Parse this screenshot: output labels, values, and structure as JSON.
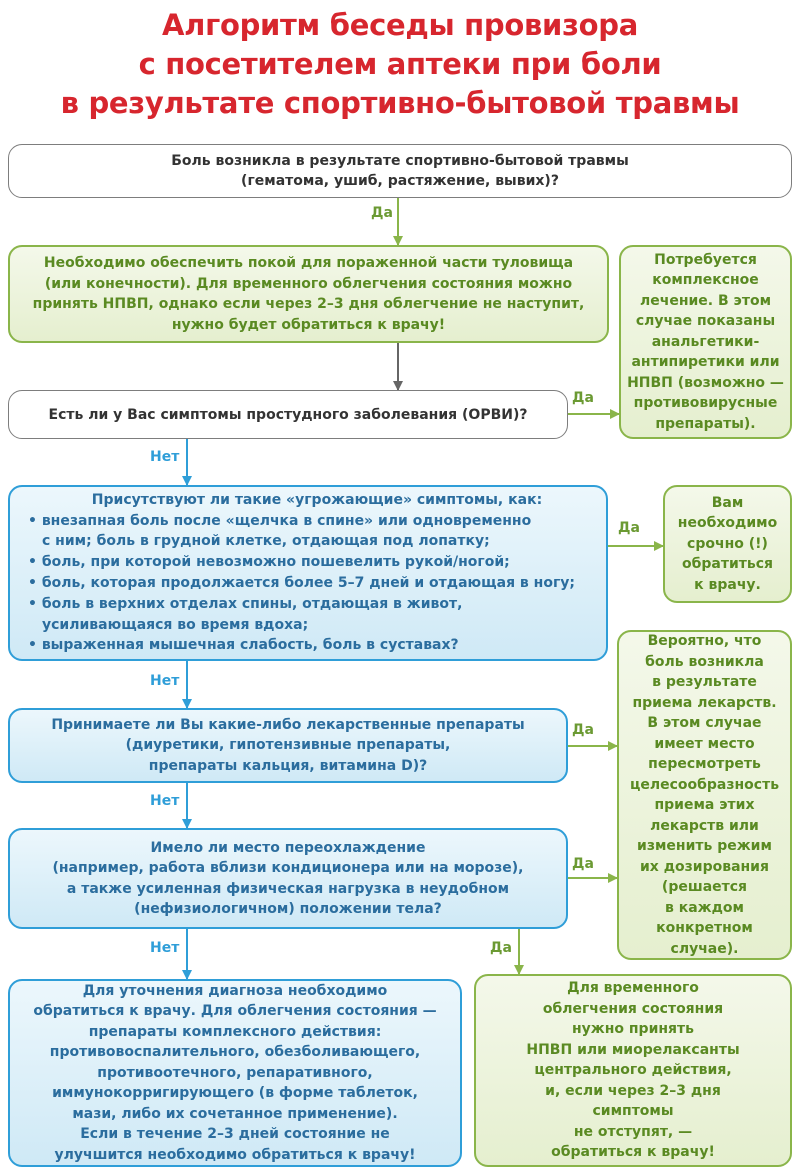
{
  "title": {
    "lines": [
      "Алгоритм беседы провизора",
      "с посетителем аптеки при боли",
      "в результате спортивно-бытовой травмы"
    ]
  },
  "nodes": {
    "q1": {
      "lines": [
        "Боль возникла в результате спортивно-бытовой травмы",
        "(гематома, ушиб, растяжение, вывих)?"
      ]
    },
    "rest": {
      "lines": [
        "Необходимо обеспечить покой для пораженной части туловища",
        "(или конечности). Для временного облегчения состояния можно",
        "принять НПВП, однако если через 2–3 дня облегчение не наступит,",
        "нужно будет обратиться к врачу!"
      ]
    },
    "complex": {
      "lines": [
        "Потребуется",
        "комплексное",
        "лечение. В этом",
        "случае показаны",
        "анальгетики-",
        "антипиретики или",
        "НПВП (возможно —",
        "противовирусные",
        "препараты)."
      ]
    },
    "q2": {
      "lines": [
        "Есть ли у Вас симптомы простудного заболевания (ОРВИ)?"
      ]
    },
    "q3": {
      "lines": [
        "Присутствуют ли такие «угрожающие» симптомы, как:",
        "• внезапная боль после «щелчка в спине» или одновременно",
        "   с ним; боль в грудной клетке, отдающая под лопатку;",
        "• боль, при которой невозможно пошевелить рукой/ногой;",
        "• боль, которая продолжается более 5–7 дней и отдающая в ногу;",
        "• боль в верхних отделах спины, отдающая в живот,",
        "   усиливающаяся во время вдоха;",
        "• выраженная мышечная слабость, боль в суставах?"
      ]
    },
    "urgent": {
      "lines": [
        "Вам",
        "необходимо",
        "срочно (!)",
        "обратиться",
        "к врачу."
      ]
    },
    "q4": {
      "lines": [
        "Принимаете ли Вы какие-либо лекарственные препараты",
        "(диуретики, гипотензивные препараты,",
        "препараты кальция, витамина D)?"
      ]
    },
    "meds": {
      "lines": [
        "Вероятно, что",
        "боль возникла",
        "в результате",
        "приема лекарств.",
        "В этом случае",
        "имеет место",
        "пересмотреть",
        "целесообразность",
        "приема этих",
        "лекарств или",
        "изменить режим",
        "их дозирования",
        "(решается",
        "в каждом",
        "конкретном",
        "случае)."
      ]
    },
    "q5": {
      "lines": [
        "Имело ли место переохлаждение",
        "(например, работа вблизи кондиционера или на морозе),",
        "а также усиленная физическая нагрузка в неудобном",
        "(нефизиологичном) положении тела?"
      ]
    },
    "doctor": {
      "lines": [
        "Для уточнения диагноза необходимо",
        "обратиться к врачу. Для облегчения состояния —",
        "препараты комплексного действия:",
        "противовоспалительного, обезболивающего,",
        "противоотечного, репаративного,",
        "иммунокорригирующего (в форме таблеток,",
        "мази, либо их сочетанное применение).",
        "Если в течение 2–3 дней состояние не",
        "улучшится необходимо обратиться к врачу!"
      ]
    },
    "relax": {
      "lines": [
        "Для временного",
        "облегчения состояния",
        "нужно принять",
        "НПВП или миорелаксанты",
        "центрального действия,",
        "и, если через 2–3 дня",
        "симптомы",
        "не отступят, —",
        "обратиться к врачу!"
      ]
    }
  },
  "labels": {
    "yes": "Да",
    "no": "Нет"
  },
  "colors": {
    "title": "#d7262e",
    "green_border": "#8ab54a",
    "green_text": "#5a8a22",
    "blue_border": "#2f9ed8",
    "blue_text": "#2b6d9e",
    "gray_border": "#7d7d7d"
  }
}
